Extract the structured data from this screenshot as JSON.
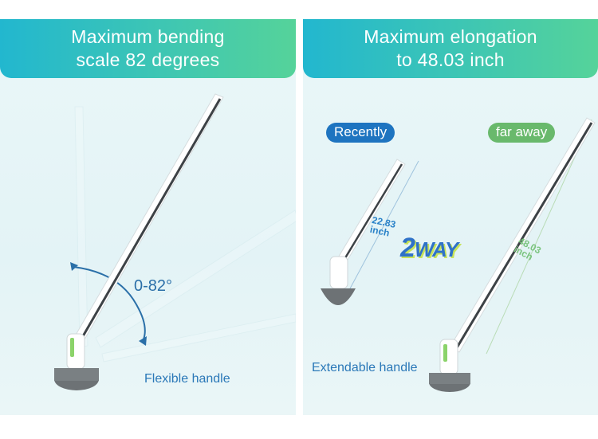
{
  "left_panel": {
    "title": "Maximum bending\nscale 82 degrees",
    "angle_label": "0-82°",
    "caption": "Flexible handle"
  },
  "right_panel": {
    "title": "Maximum elongation\nto 48.03 inch",
    "badge_recently": "Recently",
    "badge_far_away": "far away",
    "short_length": "22.83\ninch",
    "long_length": "48.03\ninch",
    "logo_text_number": "2",
    "logo_text_word": "WAY",
    "caption": "Extendable handle"
  },
  "colors": {
    "header_gradient_start": "#22b7cf",
    "header_gradient_end": "#55d39a",
    "label_blue": "#2a78b8",
    "badge_blue": "#1e74c0",
    "badge_green": "#69b96c"
  }
}
